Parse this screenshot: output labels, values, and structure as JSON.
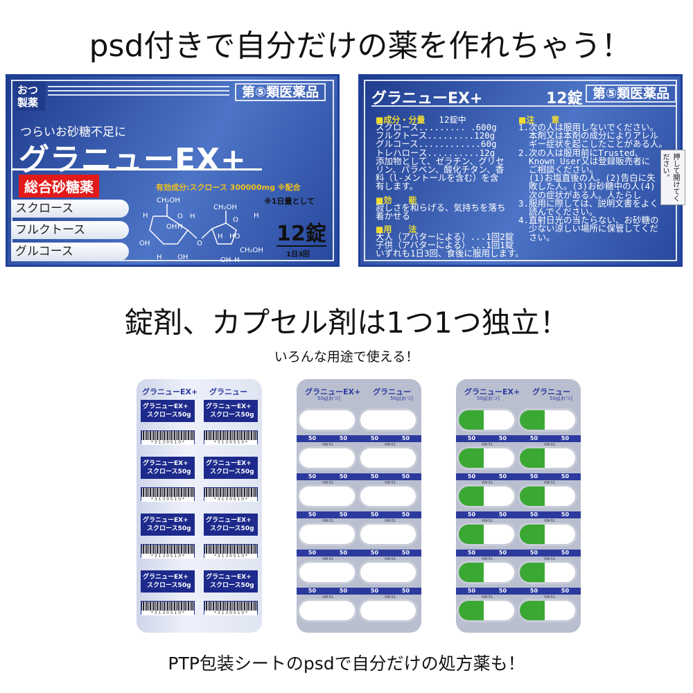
{
  "header": {
    "title": "psd付きで自分だけの薬を作れちゃう！"
  },
  "front_box": {
    "maker": "おつ製薬",
    "class": "第⑤類医薬品",
    "tagline": "つらいお砂糖不足に",
    "product": "グラニューEX+",
    "badge": "総合砂糖薬",
    "ingredients": [
      "スクロース",
      "フルクトース",
      "グルコース"
    ],
    "active": "有効成分:スクロース 300000mg ※配合",
    "note": "※1日量として",
    "count": "12錠",
    "dose": "1日3回",
    "formula_labels": [
      "CH₂OH",
      "H",
      "O",
      "H",
      "OH",
      "H",
      "OH",
      "H",
      "OH",
      "O",
      "CH₂OH",
      "O",
      "H",
      "H",
      "HO",
      "CH₂OH",
      "OH",
      "H"
    ]
  },
  "back_box": {
    "product": "グラニューEX+",
    "count": "12錠",
    "class": "第⑤類医薬品",
    "ing_head": "■成分・分量",
    "ing_sub": "12錠中",
    "ing_body": "スクロース......... .600g\nフルクトース.........120g\nグルコース............60g\nトレハロース..........12g\n添加物として、ゼラチン、グリセ\nリン、パラベン、酸化チタン、香\n料（l-メントールを含む）を含\n有します。",
    "eff_head": "■効　　能",
    "eff_body": "寂しさを和らげる、気持ちを落ち\n着かせる",
    "use_head": "■用　　法",
    "use_body": "大人（アバターによる）...1回2錠\n子供（アバターによる）...1回1錠\nいずれも1日3回、食後に服用します。",
    "caution_head": "■注　　意",
    "caution_body": "1.次の人は服用しないでください。\n  本剤又は本剤の成分によりアレル\n  ギー症状を起こしたことがある人。\n2.次の人は服用前にTrusted、\n  Known User又は登録販売者に\n  ご相談ください。\n  (1)お塩直後の人。(2)告白に失\n  敗した人。(3)お砂糖中の人(4)\n  次の症状がある人。人たらし\n3.服用に際しては、説明文書をよく\n  読んでください。\n4.直射日光の当たらない、お砂糖の\n  少ない涼しい場所に保管してくだ\n  さい。",
    "tab": "押して開けてください。"
  },
  "section": {
    "title": "錠剤、カプセル剤は1つ1つ独立！",
    "subtitle": "いろんな用途で使える！"
  },
  "sheets": {
    "tablet": {
      "header": "グラニューEX+",
      "header2": "グラニュー",
      "label1": "グラニューEX+",
      "label2": "スクロース50g",
      "barcode": "* 3 1 3 0 5 1 0 *"
    },
    "capsule": {
      "header": "グラニューEX+",
      "header2": "グラニュー",
      "sub": "50g[おつ]",
      "band": "50",
      "code": "VW-51"
    },
    "colors": {
      "white_capsule": "#ffffff",
      "green_capsule": "#3aa832",
      "label_blue": "#1d2a8c"
    }
  },
  "footer": {
    "text": "PTP包装シートのpsdで自分だけの処方薬も！"
  }
}
